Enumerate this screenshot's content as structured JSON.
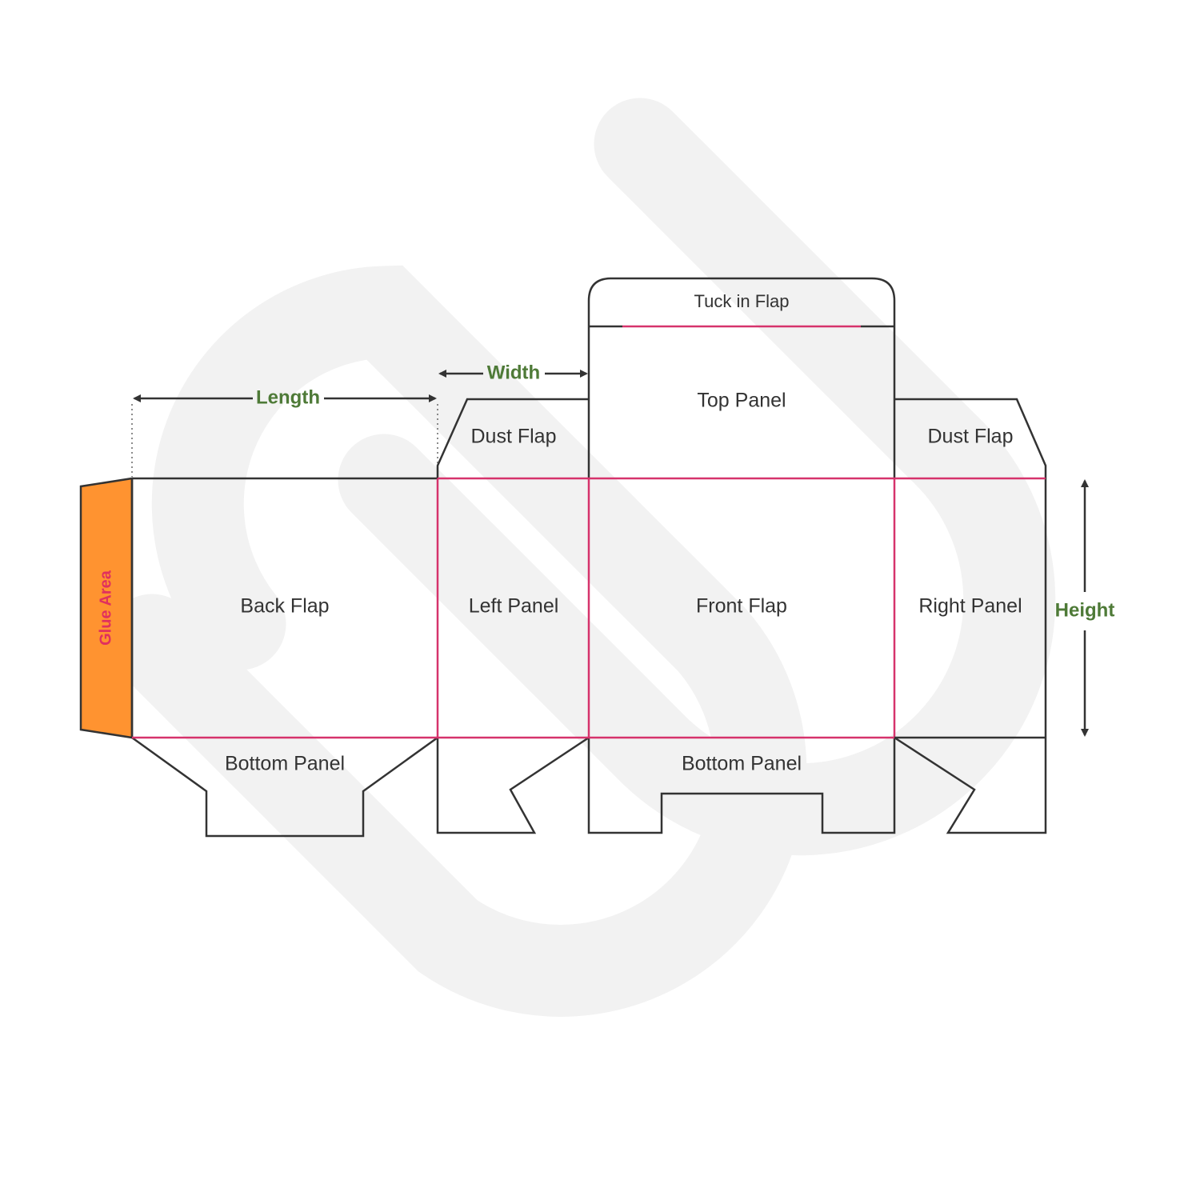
{
  "colors": {
    "background": "#ffffff",
    "watermark": "#f2f2f2",
    "cut_line": "#333333",
    "fold_line": "#d6336c",
    "dimension_text": "#4e7a37",
    "glue_fill": "#ff9330",
    "glue_text": "#e0305e",
    "arrow": "#333333"
  },
  "panels": {
    "tuck_in_flap": "Tuck in Flap",
    "top_panel": "Top Panel",
    "dust_flap_left": "Dust Flap",
    "dust_flap_right": "Dust Flap",
    "back_flap": "Back Flap",
    "left_panel": "Left Panel",
    "front_flap": "Front Flap",
    "right_panel": "Right Panel",
    "bottom_panel_left": "Bottom Panel",
    "bottom_panel_center": "Bottom Panel",
    "glue_area": "Glue Area"
  },
  "dimensions": {
    "length": "Length",
    "width": "Width",
    "height": "Height"
  }
}
